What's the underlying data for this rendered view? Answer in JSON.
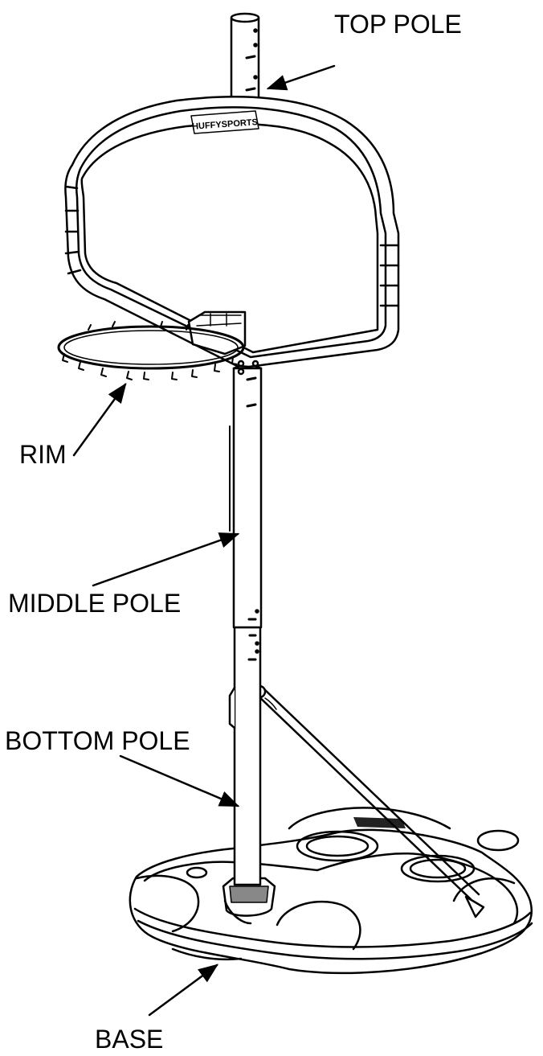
{
  "labels": {
    "top_pole": "TOP POLE",
    "rim": "RIM",
    "middle_pole": "MIDDLE POLE",
    "bottom_pole": "BOTTOM POLE",
    "base": "BASE"
  },
  "brand": {
    "logo_text": "HUFFYSPORTS"
  },
  "colors": {
    "line": "#000000",
    "fill": "#ffffff"
  }
}
